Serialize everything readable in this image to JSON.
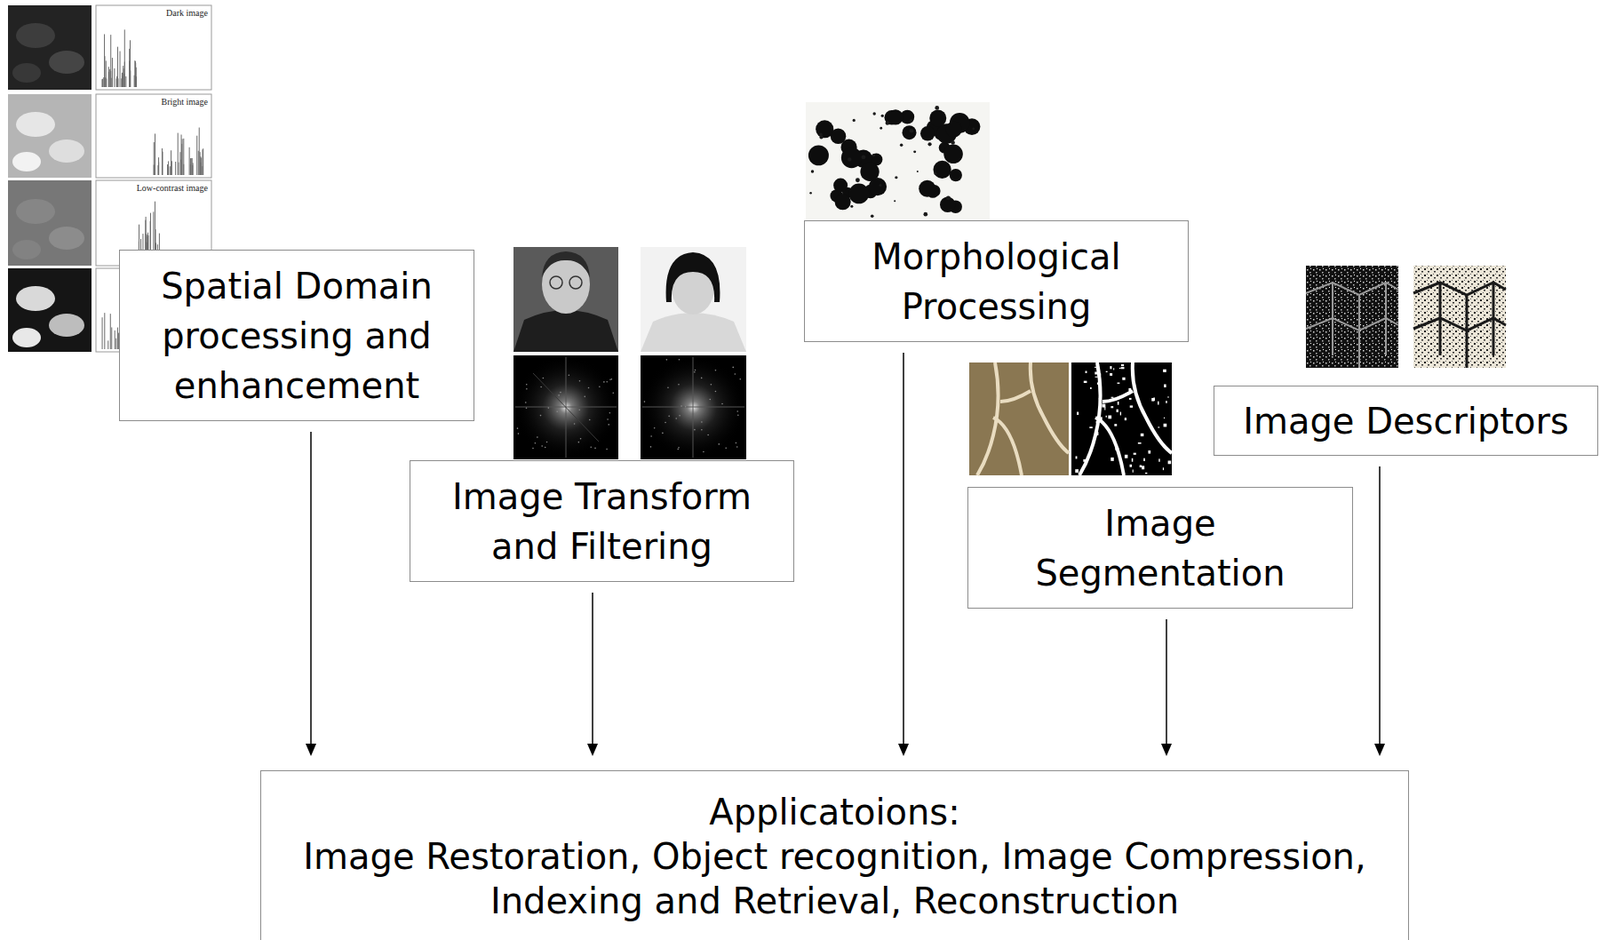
{
  "diagram": {
    "nodes": [
      {
        "text": [
          "Spatial Domain processing and enhancement"
        ]
      },
      {
        "text": [
          "Image Transform and Filtering"
        ]
      },
      {
        "text": [
          "Morphological Processing"
        ]
      },
      {
        "text": [
          "Image Segmentation"
        ]
      },
      {
        "text": [
          "Image Descriptors"
        ]
      },
      {
        "text": [
          "Applicatoions:",
          "Image Restoration, Object recognition, Image Compression, Indexing and Retrieval, Reconstruction"
        ]
      }
    ],
    "edges": [
      {
        "from": 0,
        "to": 5,
        "arrow": "to"
      },
      {
        "from": 1,
        "to": 5,
        "arrow": "to"
      },
      {
        "from": 2,
        "to": 5,
        "arrow": "to"
      },
      {
        "from": 3,
        "to": 5,
        "arrow": "to"
      },
      {
        "from": 4,
        "to": 5,
        "arrow": "to"
      }
    ],
    "labels": [
      "Dark image",
      "Bright image",
      "Low-contrast image"
    ]
  }
}
